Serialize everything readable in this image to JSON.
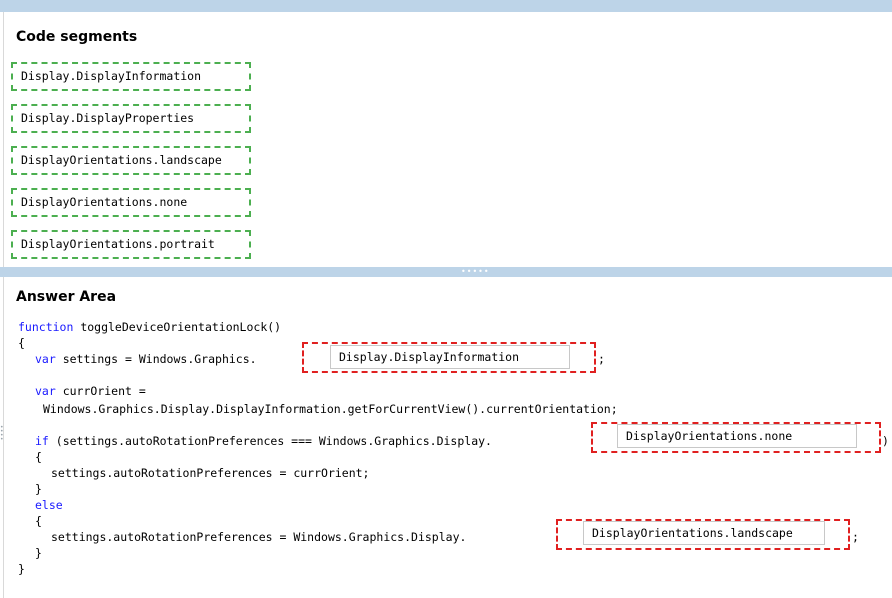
{
  "segments": {
    "heading": "Code segments",
    "items": [
      "Display.DisplayInformation",
      "Display.DisplayProperties",
      "DisplayOrientations.landscape",
      "DisplayOrientations.none",
      "DisplayOrientations.portrait"
    ]
  },
  "answer": {
    "heading": "Answer Area",
    "kw_function": "function",
    "fn_signature": " toggleDeviceOrientationLock()",
    "brace_open": "{",
    "brace_close": "}",
    "kw_var": "var",
    "settings_prefix": " settings = Windows.Graphics.",
    "settings_suffix": ";",
    "curr_orient_decl": " currOrient =",
    "curr_orient_value": "Windows.Graphics.Display.DisplayInformation.getForCurrentView().currentOrientation;",
    "kw_if": "if",
    "if_condition": " (settings.autoRotationPreferences === Windows.Graphics.Display.",
    "if_suffix": ")",
    "if_body": "settings.autoRotationPreferences = currOrient;",
    "kw_else": "else",
    "else_body": "settings.autoRotationPreferences = Windows.Graphics.Display.",
    "else_suffix": ";",
    "slot1_value": "Display.DisplayInformation",
    "slot2_value": "DisplayOrientations.none",
    "slot3_value": "DisplayOrientations.landscape"
  }
}
